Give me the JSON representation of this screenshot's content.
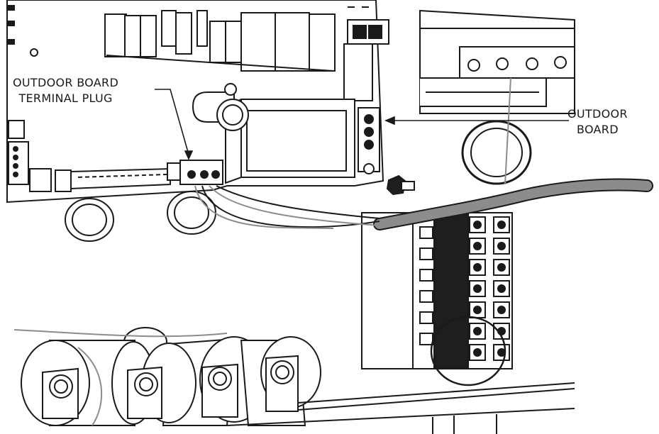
{
  "labels": {
    "terminal_plug": {
      "line1": "OUTDOOR BOARD",
      "line2": "TERMINAL PLUG"
    },
    "outdoor_board": {
      "line1": "OUTDOOR",
      "line2": "BOARD"
    }
  },
  "colors": {
    "ink": "#1a1a1a",
    "gray_wire": "#8c8c8c",
    "dark_block": "#1e1e1e",
    "background": "#ffffff"
  }
}
